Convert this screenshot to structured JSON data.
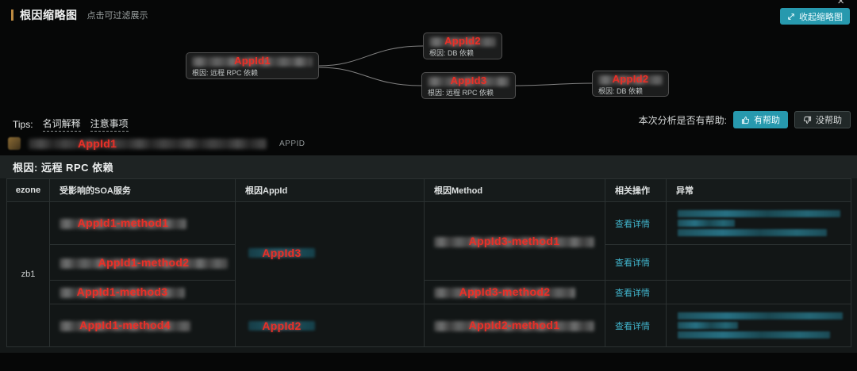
{
  "page": {
    "title": "根因缩略图",
    "subtitle": "点击可过滤展示",
    "collapse_button": "收起缩略图",
    "close_icon": "×"
  },
  "graph": {
    "nodes": [
      {
        "app": "AppId1",
        "cause": "根因: 远程 RPC 依赖"
      },
      {
        "app": "AppId2",
        "cause": "根因: DB 依赖"
      },
      {
        "app": "AppId3",
        "cause": "根因: 远程 RPC 依赖"
      },
      {
        "app": "AppId2",
        "cause": "根因: DB 依赖"
      }
    ]
  },
  "tips": {
    "label": "Tips:",
    "glossary": "名词解释",
    "notes": "注意事项"
  },
  "feedback": {
    "question": "本次分析是否有帮助:",
    "helpful": "有帮助",
    "not_helpful": "没帮助"
  },
  "app_header": {
    "app": "AppId1",
    "tag": "APPID"
  },
  "section": {
    "title": "根因: 远程 RPC 依赖"
  },
  "table": {
    "columns": [
      "ezone",
      "受影响的SOA服务",
      "根因AppId",
      "根因Method",
      "相关操作",
      "异常"
    ],
    "ezone": "zb1",
    "services": [
      "AppId1-method1",
      "AppId1-method2",
      "AppId1-method3",
      "AppId1-method4"
    ],
    "root_appids": [
      "AppId3",
      "AppId2"
    ],
    "root_methods": [
      "AppId3-method1",
      "AppId3-method2",
      "AppId2-method1"
    ],
    "action": "查看详情"
  },
  "colors": {
    "accent_teal": "#2799ae",
    "link_teal": "#41b5cd",
    "overlay_red": "#e93028",
    "title_bar_orange": "#bd8a41",
    "panel_bg": "#141818"
  }
}
